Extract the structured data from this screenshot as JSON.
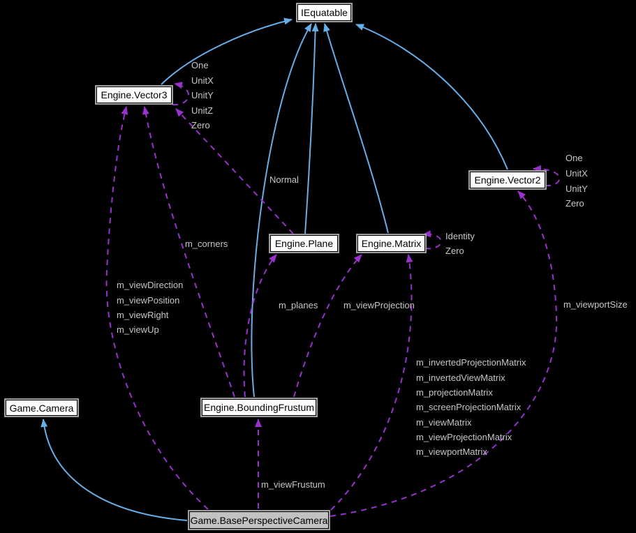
{
  "diagram": {
    "type": "collaboration-graph",
    "background_color": "#000000",
    "colors": {
      "inheritance_edge": "#66aee8",
      "usage_edge": "#9932cc",
      "edge_label_text": "#c6c6c6",
      "node_background": "#ffffff",
      "node_border": "#a0a0a0",
      "highlighted_node_background": "#c2c2c2"
    },
    "nodes": [
      {
        "label": "IEquatable"
      },
      {
        "label": "Engine.Vector3"
      },
      {
        "label": "Engine.Vector2"
      },
      {
        "label": "Engine.Plane"
      },
      {
        "label": "Engine.Matrix"
      },
      {
        "label": "Engine.BoundingFrustum"
      },
      {
        "label": "Game.Camera"
      },
      {
        "label": "Game.BasePerspectiveCamera"
      }
    ],
    "edges": [
      {
        "from": "Engine.Vector3",
        "to": "IEquatable",
        "kind": "inheritance"
      },
      {
        "from": "Engine.Plane",
        "to": "IEquatable",
        "kind": "inheritance"
      },
      {
        "from": "Engine.Matrix",
        "to": "IEquatable",
        "kind": "inheritance"
      },
      {
        "from": "Engine.Vector2",
        "to": "IEquatable",
        "kind": "inheritance"
      },
      {
        "from": "Engine.BoundingFrustum",
        "to": "IEquatable",
        "kind": "inheritance"
      },
      {
        "from": "Game.BasePerspectiveCamera",
        "to": "Game.Camera",
        "kind": "inheritance"
      },
      {
        "from": "Engine.Vector3",
        "to": "Engine.Vector3",
        "kind": "usage",
        "labels": [
          "One",
          "UnitX",
          "UnitY",
          "UnitZ",
          "Zero"
        ]
      },
      {
        "from": "Engine.Vector2",
        "to": "Engine.Vector2",
        "kind": "usage",
        "labels": [
          "One",
          "UnitX",
          "UnitY",
          "Zero"
        ]
      },
      {
        "from": "Engine.Matrix",
        "to": "Engine.Matrix",
        "kind": "usage",
        "labels": [
          "Identity",
          "Zero"
        ]
      },
      {
        "from": "Engine.Plane",
        "to": "Engine.Vector3",
        "kind": "usage",
        "labels": [
          "Normal"
        ]
      },
      {
        "from": "Engine.BoundingFrustum",
        "to": "Engine.Vector3",
        "kind": "usage",
        "labels": [
          "m_corners"
        ]
      },
      {
        "from": "Game.BasePerspectiveCamera",
        "to": "Engine.Vector3",
        "kind": "usage",
        "labels": [
          "m_viewDirection",
          "m_viewPosition",
          "m_viewRight",
          "m_viewUp"
        ]
      },
      {
        "from": "Engine.BoundingFrustum",
        "to": "Engine.Plane",
        "kind": "usage",
        "labels": [
          "m_planes"
        ]
      },
      {
        "from": "Engine.BoundingFrustum",
        "to": "Engine.Matrix",
        "kind": "usage",
        "labels": [
          "m_viewProjection"
        ]
      },
      {
        "from": "Game.BasePerspectiveCamera",
        "to": "Engine.Matrix",
        "kind": "usage",
        "labels": [
          "m_invertedProjectionMatrix",
          "m_invertedViewMatrix",
          "m_projectionMatrix",
          "m_screenProjectionMatrix",
          "m_viewMatrix",
          "m_viewProjectionMatrix",
          "m_viewportMatrix"
        ]
      },
      {
        "from": "Game.BasePerspectiveCamera",
        "to": "Engine.Vector2",
        "kind": "usage",
        "labels": [
          "m_viewportSize"
        ]
      },
      {
        "from": "Game.BasePerspectiveCamera",
        "to": "Engine.BoundingFrustum",
        "kind": "usage",
        "labels": [
          "m_viewFrustum"
        ]
      }
    ]
  }
}
